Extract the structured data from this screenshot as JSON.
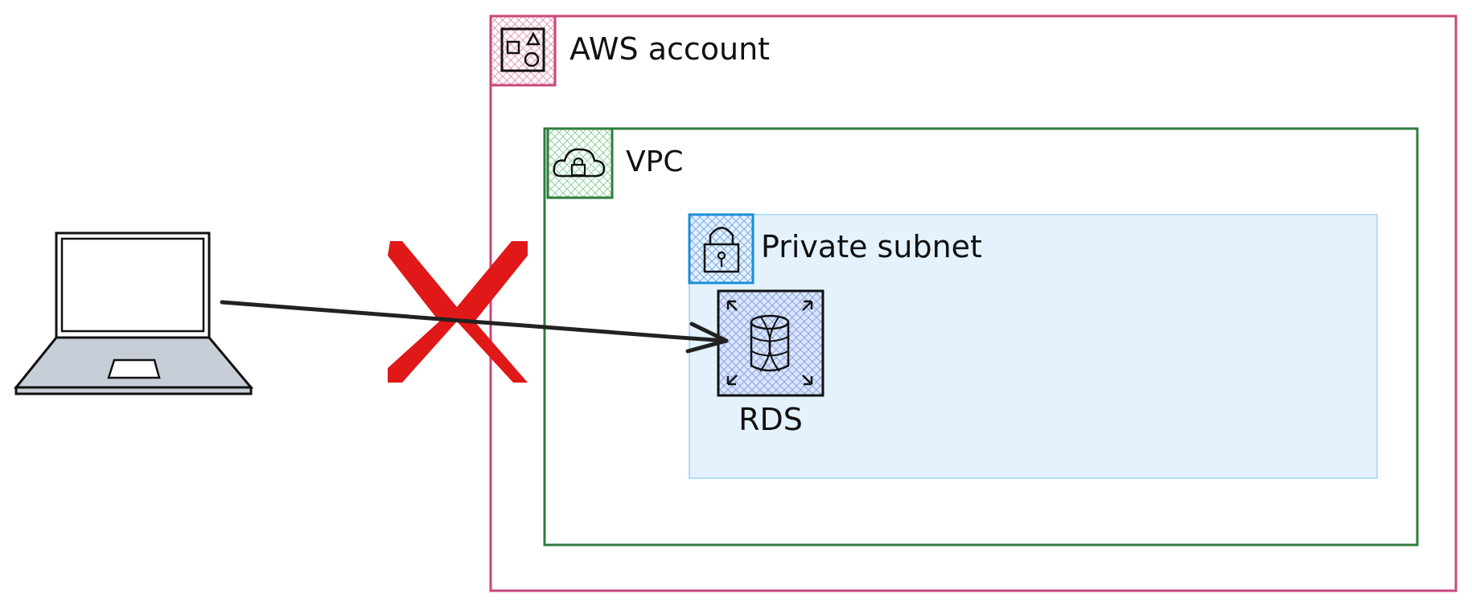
{
  "diagram": {
    "aws_account": {
      "label": "AWS account",
      "icon": "aws-account-shapes-icon",
      "color": "#c9467a"
    },
    "vpc": {
      "label": "VPC",
      "icon": "cloud-lock-icon",
      "color": "#2e7d3e"
    },
    "private_subnet": {
      "label": "Private subnet",
      "icon": "padlock-icon",
      "color": "#1a8fd6",
      "fill": "#e3f2fd"
    },
    "rds": {
      "label": "RDS",
      "icon": "rds-database-icon",
      "color": "#3b5bdb"
    },
    "client": {
      "icon": "laptop-icon"
    },
    "blocked_connection": {
      "icon": "red-x-icon",
      "color": "#e01818"
    }
  }
}
